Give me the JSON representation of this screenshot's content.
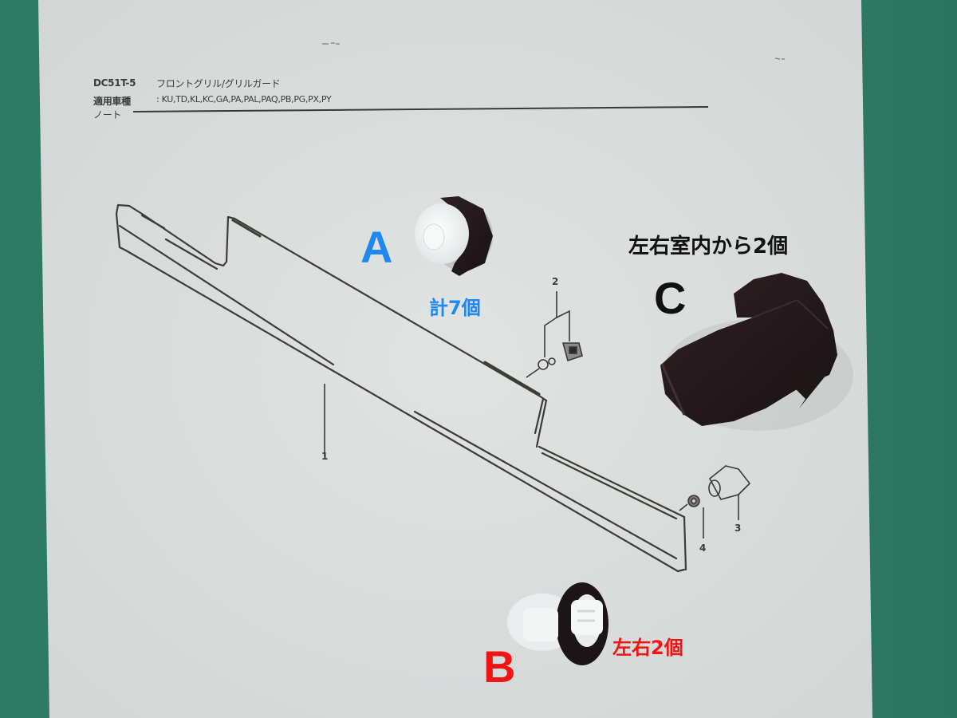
{
  "document": {
    "code": "DC51T-5",
    "title": "フロントグリル/グリルガード",
    "apply_label": "適用車種",
    "models": ": KU,TD,KL,KC,GA,PA,PAL,PAQ,PB,PG,PX,PY",
    "note_label": "ノート"
  },
  "diagram": {
    "part_numbers": [
      "1",
      "2",
      "3",
      "4"
    ]
  },
  "annotations": {
    "A": {
      "letter": "A",
      "caption": "計7個",
      "color": "#1e88f0"
    },
    "B": {
      "letter": "B",
      "caption": "左右2個",
      "color": "#f01414"
    },
    "C": {
      "letter": "C",
      "caption": "左右室内から2個",
      "color": "#111111"
    }
  },
  "colors": {
    "background_green": "#2f7a66",
    "paper": "#d9dcdb",
    "ink": "#3a3a3a",
    "part_black": "#241a1c",
    "part_white": "#f2f4f4"
  }
}
